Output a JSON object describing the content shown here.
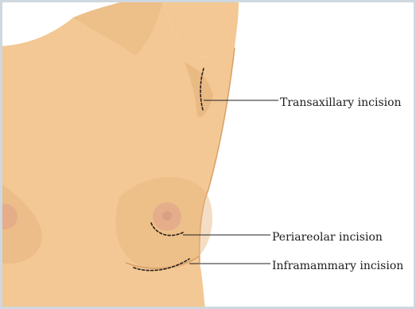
{
  "colors": {
    "skin": "#f3c894",
    "skin_shadow": "#e6b47d",
    "skin_edge": "#d79f69",
    "areola": "#e5ad8a",
    "nipple": "#dba083",
    "incision": "#2a1f1a",
    "leader": "#222222",
    "frame": "#cfd8de"
  },
  "labels": {
    "transaxillary": "Transaxillary incision",
    "periareolar": "Periareolar incision",
    "inframammary": "Inframammary incision"
  }
}
